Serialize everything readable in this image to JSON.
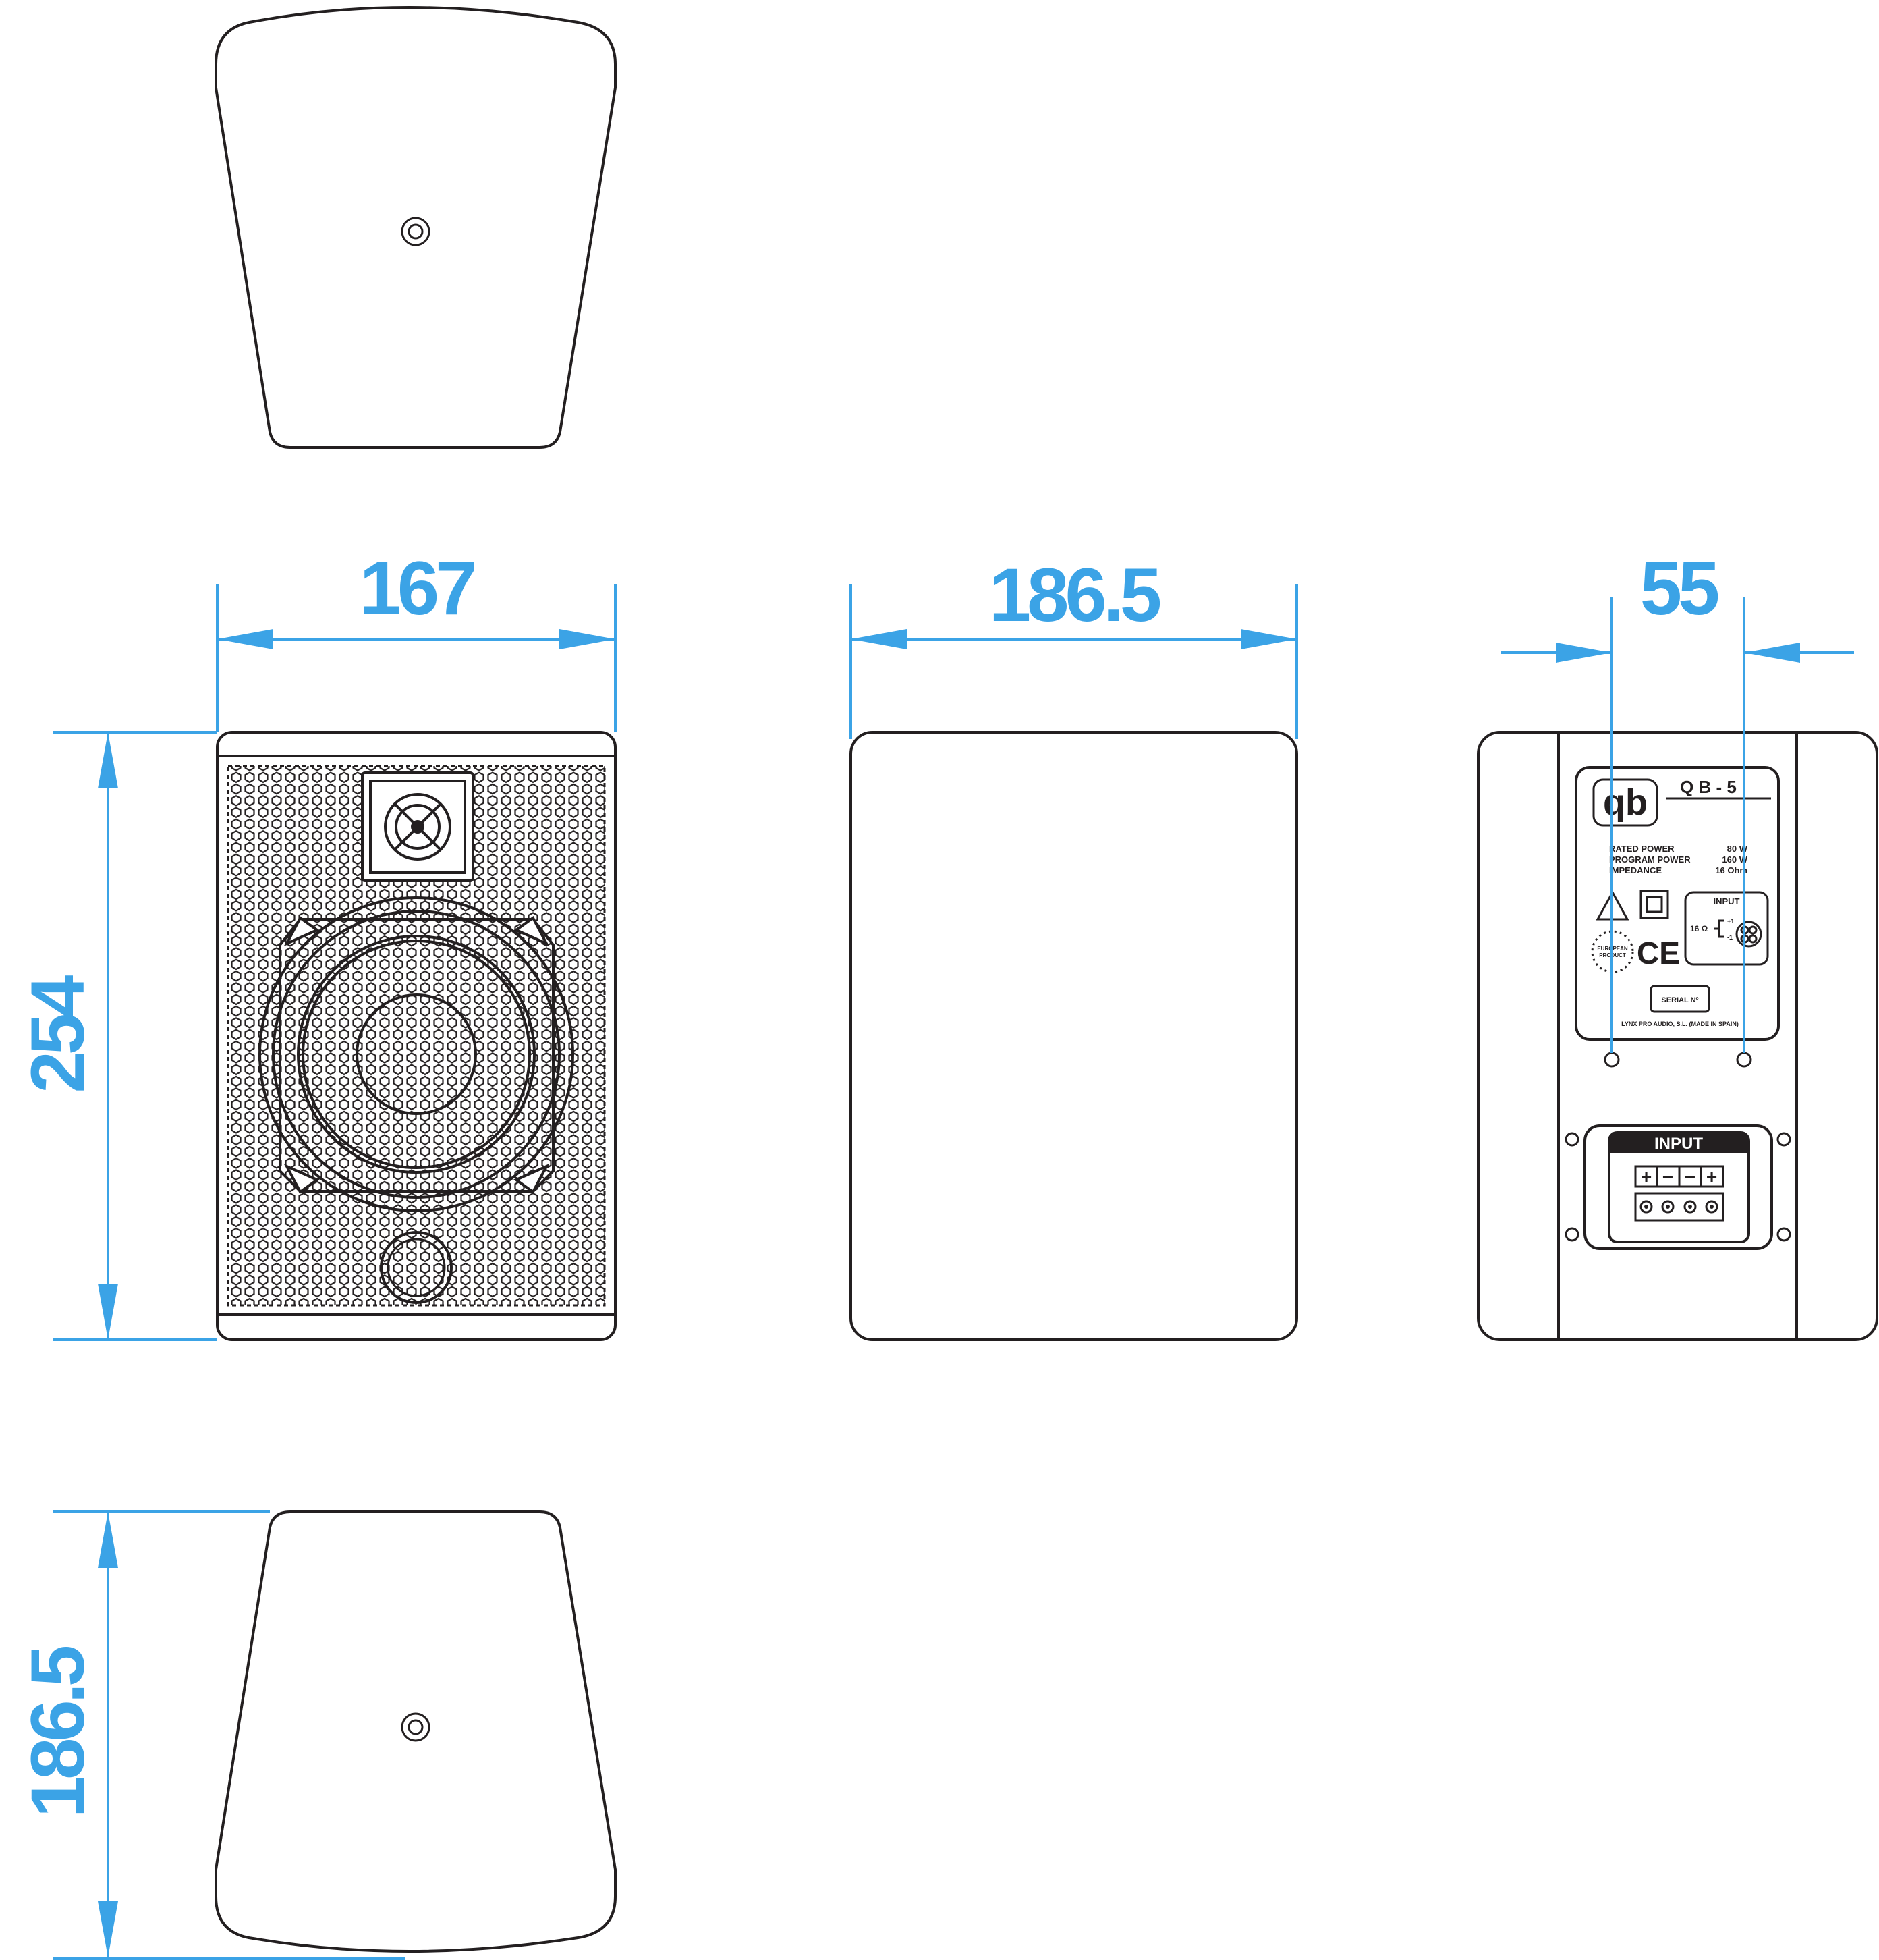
{
  "dimensions": {
    "front_width": "167",
    "side_depth": "186.5",
    "rear_mount_spacing": "55",
    "front_height": "254",
    "bottom_depth": "186.5"
  },
  "rear_label": {
    "logo": "qb",
    "model": "Q B - 5",
    "specs": [
      {
        "name": "RATED POWER",
        "value": "80 W"
      },
      {
        "name": "PROGRAM POWER",
        "value": "160 W"
      },
      {
        "name": "IMPEDANCE",
        "value": "16 Ohm"
      }
    ],
    "input_box_title": "INPUT",
    "impedance_mark": "16 Ω",
    "pin_plus": "+1",
    "pin_minus": "-1",
    "ce_mark": "CE",
    "eu_badge_line1": "EUROPEAN",
    "eu_badge_line2": "PRODUCT",
    "serial_label": "SERIAL Nº",
    "manufacturer": "LYNX PRO AUDIO, S.L.  (MADE IN SPAIN)"
  },
  "terminal_panel": {
    "title": "INPUT",
    "signs": [
      "+",
      "−",
      "−",
      "+"
    ]
  },
  "colors": {
    "dimension": "#3ba3e6",
    "outline": "#231f20"
  }
}
